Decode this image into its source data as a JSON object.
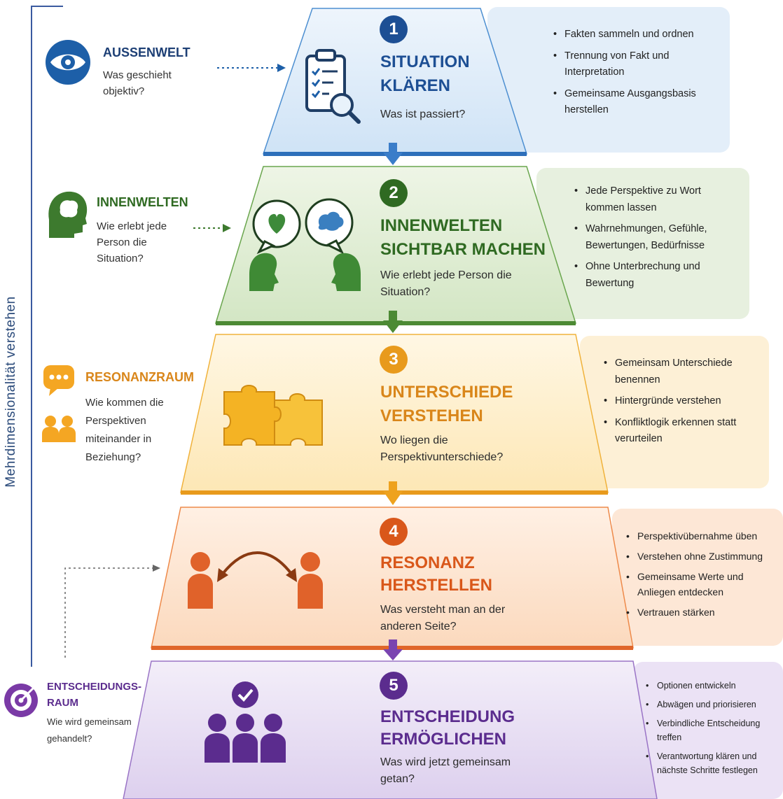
{
  "side_label": "Mehrdimensionalität verstehen",
  "colors": {
    "blue": "#1d5fa8",
    "green": "#3d7a2e",
    "orange_light": "#e89a1c",
    "orange": "#d9571a",
    "purple": "#5b2c8e"
  },
  "left_items": [
    {
      "heading": "AUSSENWELT",
      "text": "Was geschieht objektiv?",
      "icon": "eye-icon"
    },
    {
      "heading": "INNENWELTEN",
      "text": "Wie erlebt jede Person die Situation?",
      "icon": "head-icon"
    },
    {
      "heading": "RESONANZRAUM",
      "text": "Wie kommen die Perspektiven miteinander in Beziehung?",
      "icon": "chat-people-icon"
    },
    {
      "heading": "ENTSCHEIDUNGS-RAUM",
      "text": "Wie wird gemeinsam gehandelt?",
      "icon": "target-icon"
    }
  ],
  "steps": [
    {
      "number": "1",
      "title_line1": "SITUATION",
      "title_line2": "KLÄREN",
      "question": "Was ist passiert?",
      "bullets": [
        "Fakten sammeln und ordnen",
        "Trennung von Fakt und Interpretation",
        "Gemeinsame Ausgangsbasis herstellen"
      ]
    },
    {
      "number": "2",
      "title_line1": "INNENWELTEN",
      "title_line2": "SICHTBAR MACHEN",
      "question": "Wie erlebt jede Person die Situation?",
      "bullets": [
        "Jede Perspektive zu Wort kommen lassen",
        "Wahrnehmungen, Gefühle, Bewertungen, Bedürfnisse",
        "Ohne Unterbrechung und Bewertung"
      ]
    },
    {
      "number": "3",
      "title_line1": "UNTERSCHIEDE",
      "title_line2": "VERSTEHEN",
      "question": "Wo liegen die Perspektivunterschiede?",
      "bullets": [
        "Gemeinsam Unterschiede benennen",
        "Hintergründe verstehen",
        "Konfliktlogik erkennen statt verurteilen"
      ]
    },
    {
      "number": "4",
      "title_line1": "RESONANZ",
      "title_line2": "HERSTELLEN",
      "question": "Was versteht man an der anderen Seite?",
      "bullets": [
        "Perspektivübernahme üben",
        "Verstehen ohne Zustimmung",
        "Gemeinsame Werte und Anliegen entdecken",
        "Vertrauen stärken"
      ]
    },
    {
      "number": "5",
      "title_line1": "ENTSCHEIDUNG",
      "title_line2": "ERMÖGLICHEN",
      "question": "Was wird jetzt gemeinsam getan?",
      "bullets": [
        "Optionen entwickeln",
        "Abwägen und priorisieren",
        "Verbindliche Entscheidung treffen",
        "Verantwortung klären und nächste Schritte festlegen"
      ]
    }
  ]
}
